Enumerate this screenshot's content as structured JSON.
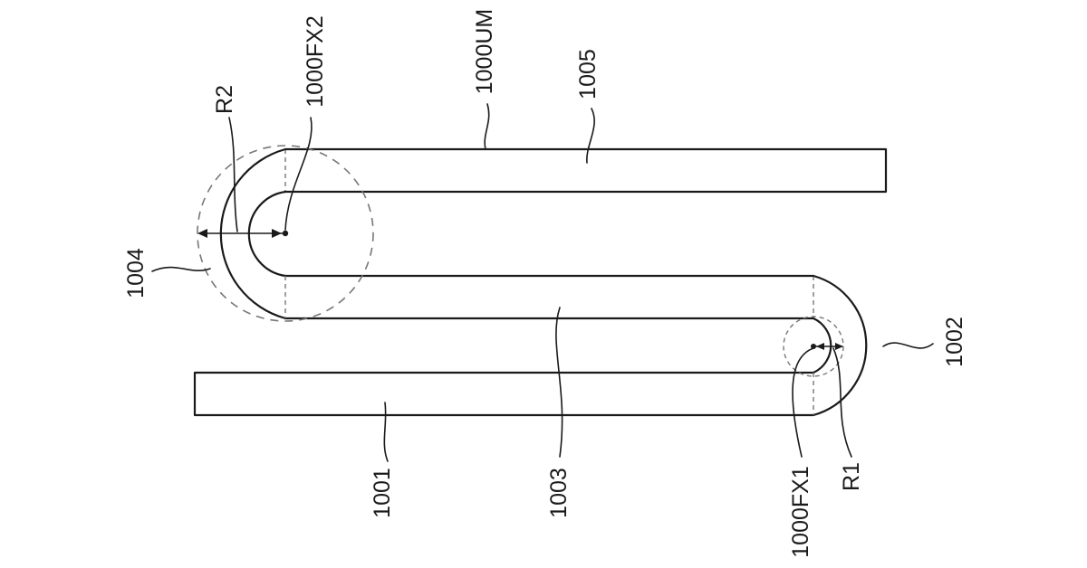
{
  "labels": {
    "part_1001": "1001",
    "part_1002": "1002",
    "part_1003": "1003",
    "part_1004": "1004",
    "part_1005": "1005",
    "unfolded_member": "1000UM",
    "fixed_axis_1": "1000FX1",
    "fixed_axis_2": "1000FX2",
    "radius_1": "R1",
    "radius_2": "R2"
  }
}
